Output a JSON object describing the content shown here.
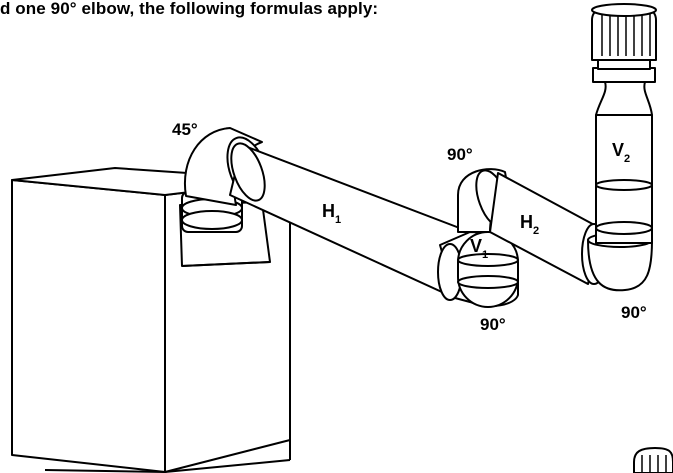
{
  "heading": "d one 90° elbow, the following formulas apply:",
  "angles": {
    "a45": "45°",
    "a90_top": "90°",
    "a90_v1": "90°",
    "a90_right": "90°"
  },
  "pipe_labels": [
    {
      "main": "H",
      "sub": "1"
    },
    {
      "main": "V",
      "sub": "1"
    },
    {
      "main": "H",
      "sub": "2"
    },
    {
      "main": "V",
      "sub": "2"
    }
  ]
}
